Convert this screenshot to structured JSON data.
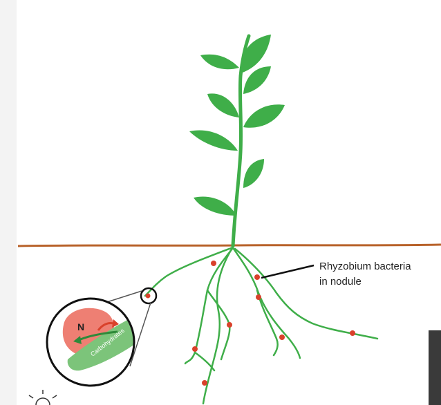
{
  "annotation": {
    "line1": "Rhyzobium bacteria",
    "line2": "in nodule"
  },
  "inset": {
    "nitrogen_label": "N",
    "carbohydrates_label": "Carbohydrates"
  },
  "colors": {
    "plant_green": "#3fae49",
    "soil_line": "#b8622a",
    "nodule_red": "#d9412b",
    "nitrogen_pink": "#ee7f73",
    "carb_green": "#7cc47a"
  }
}
